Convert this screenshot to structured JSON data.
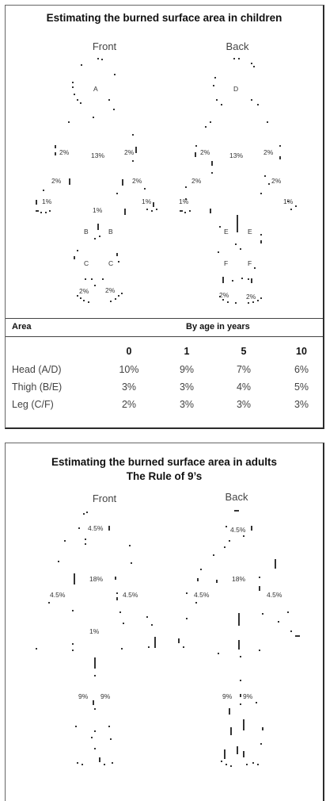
{
  "children": {
    "title": "Estimating the burned surface area in children",
    "front_label": "Front",
    "back_label": "Back",
    "front_regions": {
      "head": "A",
      "arm_upper_l": "2%",
      "trunk": "13%",
      "arm_upper_r": "2%",
      "arm_lower_l": "2%",
      "arm_lower_r": "2%",
      "hand_l": "1%",
      "hand_r": "1%",
      "genital": "1%",
      "thigh_l": "B",
      "thigh_r": "B",
      "leg_l": "C",
      "leg_r": "C",
      "foot_l": "2%",
      "foot_r": "2%"
    },
    "back_regions": {
      "head": "D",
      "arm_upper_l": "2%",
      "trunk": "13%",
      "arm_upper_r": "2%",
      "arm_lower_l": "2%",
      "arm_lower_r": "2%",
      "hand_l": "1%",
      "hand_r": "1%",
      "thigh_l": "E",
      "thigh_r": "E",
      "leg_l": "F",
      "leg_r": "F",
      "foot_l": "2%",
      "foot_r": "2%"
    },
    "table": {
      "area_header": "Area",
      "age_header": "By age in years",
      "ages": [
        "0",
        "1",
        "5",
        "10"
      ],
      "rows": [
        {
          "name": "Head (A/D)",
          "values": [
            "10%",
            "9%",
            "7%",
            "6%"
          ]
        },
        {
          "name": "Thigh (B/E)",
          "values": [
            "3%",
            "3%",
            "4%",
            "5%"
          ]
        },
        {
          "name": "Leg (C/F)",
          "values": [
            "2%",
            "3%",
            "3%",
            "3%"
          ]
        }
      ]
    }
  },
  "adults": {
    "title_line1": "Estimating the burned surface area in adults",
    "title_line2": "The Rule of 9’s",
    "front_label": "Front",
    "back_label": "Back",
    "front_regions": {
      "head": "4.5%",
      "trunk": "18%",
      "arm_l": "4.5%",
      "arm_r": "4.5%",
      "genital": "1%",
      "leg_l": "9%",
      "leg_r": "9%"
    },
    "back_regions": {
      "head": "4.5%",
      "trunk": "18%",
      "arm_l": "4.5%",
      "arm_r": "4.5%",
      "leg_l": "9%",
      "leg_r": "9%"
    }
  }
}
